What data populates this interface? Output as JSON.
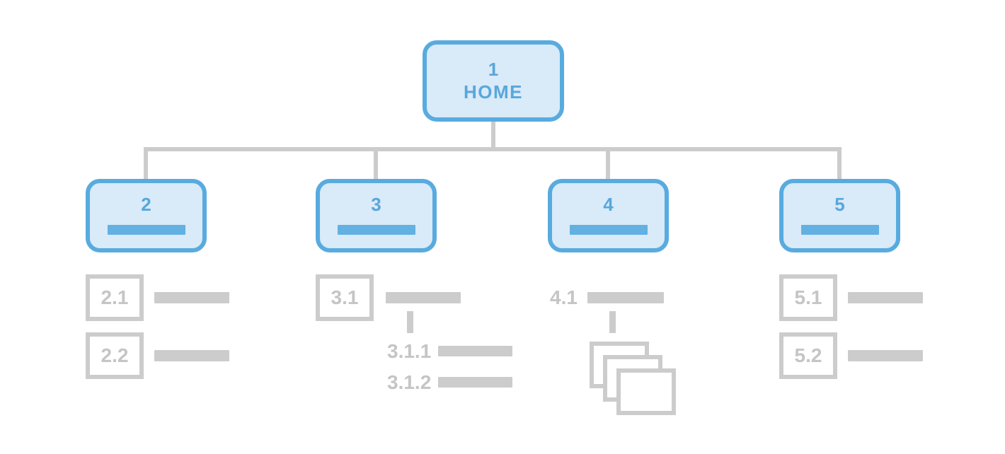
{
  "diagram": {
    "type": "sitemap",
    "root": {
      "number": "1",
      "label": "HOME"
    },
    "level2": [
      {
        "number": "2"
      },
      {
        "number": "3"
      },
      {
        "number": "4"
      },
      {
        "number": "5"
      }
    ],
    "subpages": {
      "p2_1": "2.1",
      "p2_2": "2.2",
      "p3_1": "3.1",
      "p3_1_1": "3.1.1",
      "p3_1_2": "3.1.2",
      "p4_1": "4.1",
      "p5_1": "5.1",
      "p5_2": "5.2"
    },
    "icons": {
      "stacked_pages": "stacked-pages"
    },
    "colors": {
      "node_border": "#58abdf",
      "node_fill": "#d9eaf8",
      "node_text": "#58a7dc",
      "node_bar": "#62b1e2",
      "gray_line": "#cccccc",
      "gray_text": "#c5c5c5"
    }
  }
}
